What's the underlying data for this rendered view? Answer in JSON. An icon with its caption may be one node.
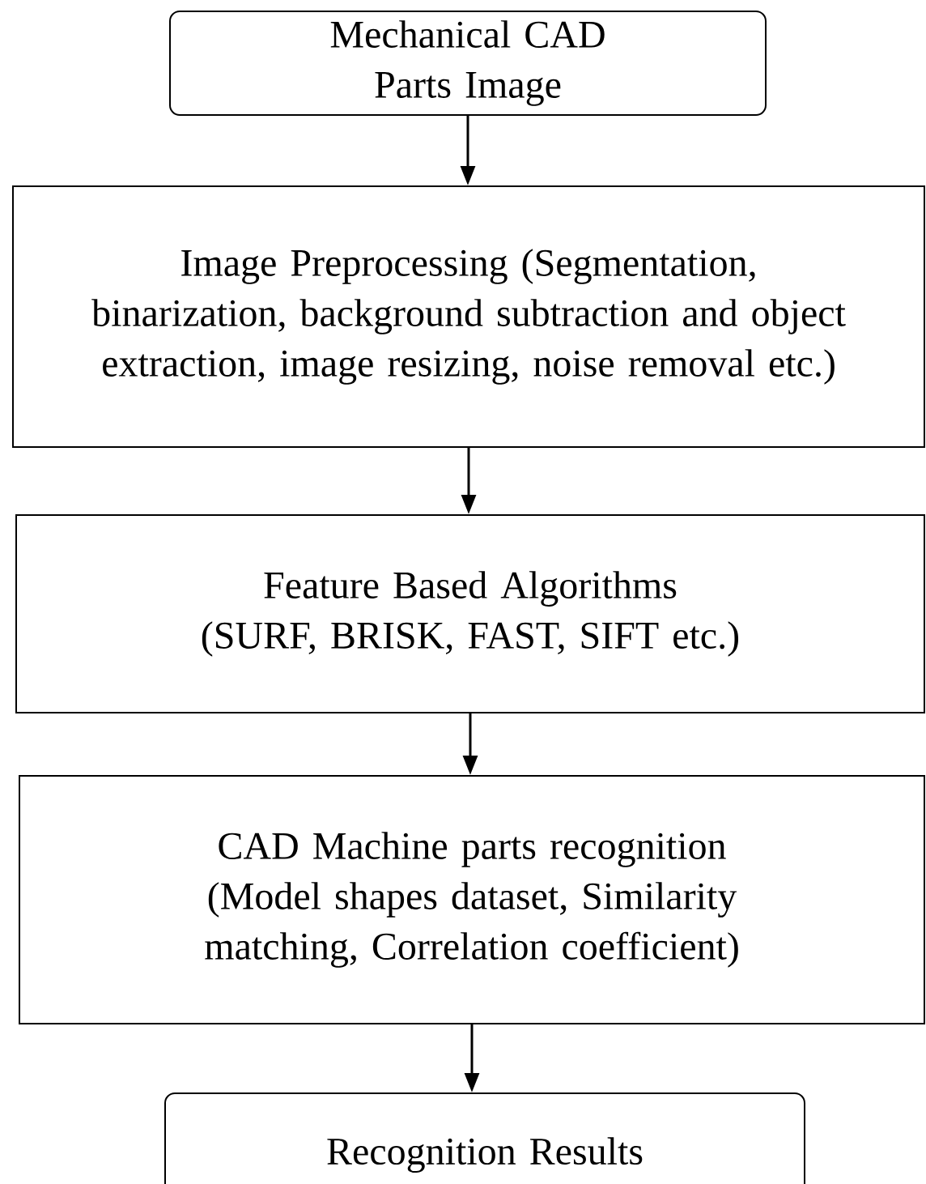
{
  "diagram": {
    "nodes": [
      {
        "text": [
          "Mechanical CAD Parts Image"
        ]
      },
      {
        "text": [
          "Image Preprocessing (Segmentation, binarization, background subtraction and object extraction, image resizing, noise removal etc.)"
        ]
      },
      {
        "text": [
          "Feature Based Algorithms",
          "(SURF, BRISK, FAST, SIFT etc.)"
        ]
      },
      {
        "text": [
          "CAD Machine parts recognition",
          "(Model shapes dataset, Similarity matching, Correlation coefficient)"
        ]
      },
      {
        "text": [
          "Recognition Results"
        ]
      }
    ],
    "edges": [
      {
        "from": 0,
        "to": 1,
        "arrow": "to"
      },
      {
        "from": 1,
        "to": 2,
        "arrow": "to"
      },
      {
        "from": 2,
        "to": 3,
        "arrow": "to"
      },
      {
        "from": 3,
        "to": 4,
        "arrow": "to"
      }
    ]
  }
}
